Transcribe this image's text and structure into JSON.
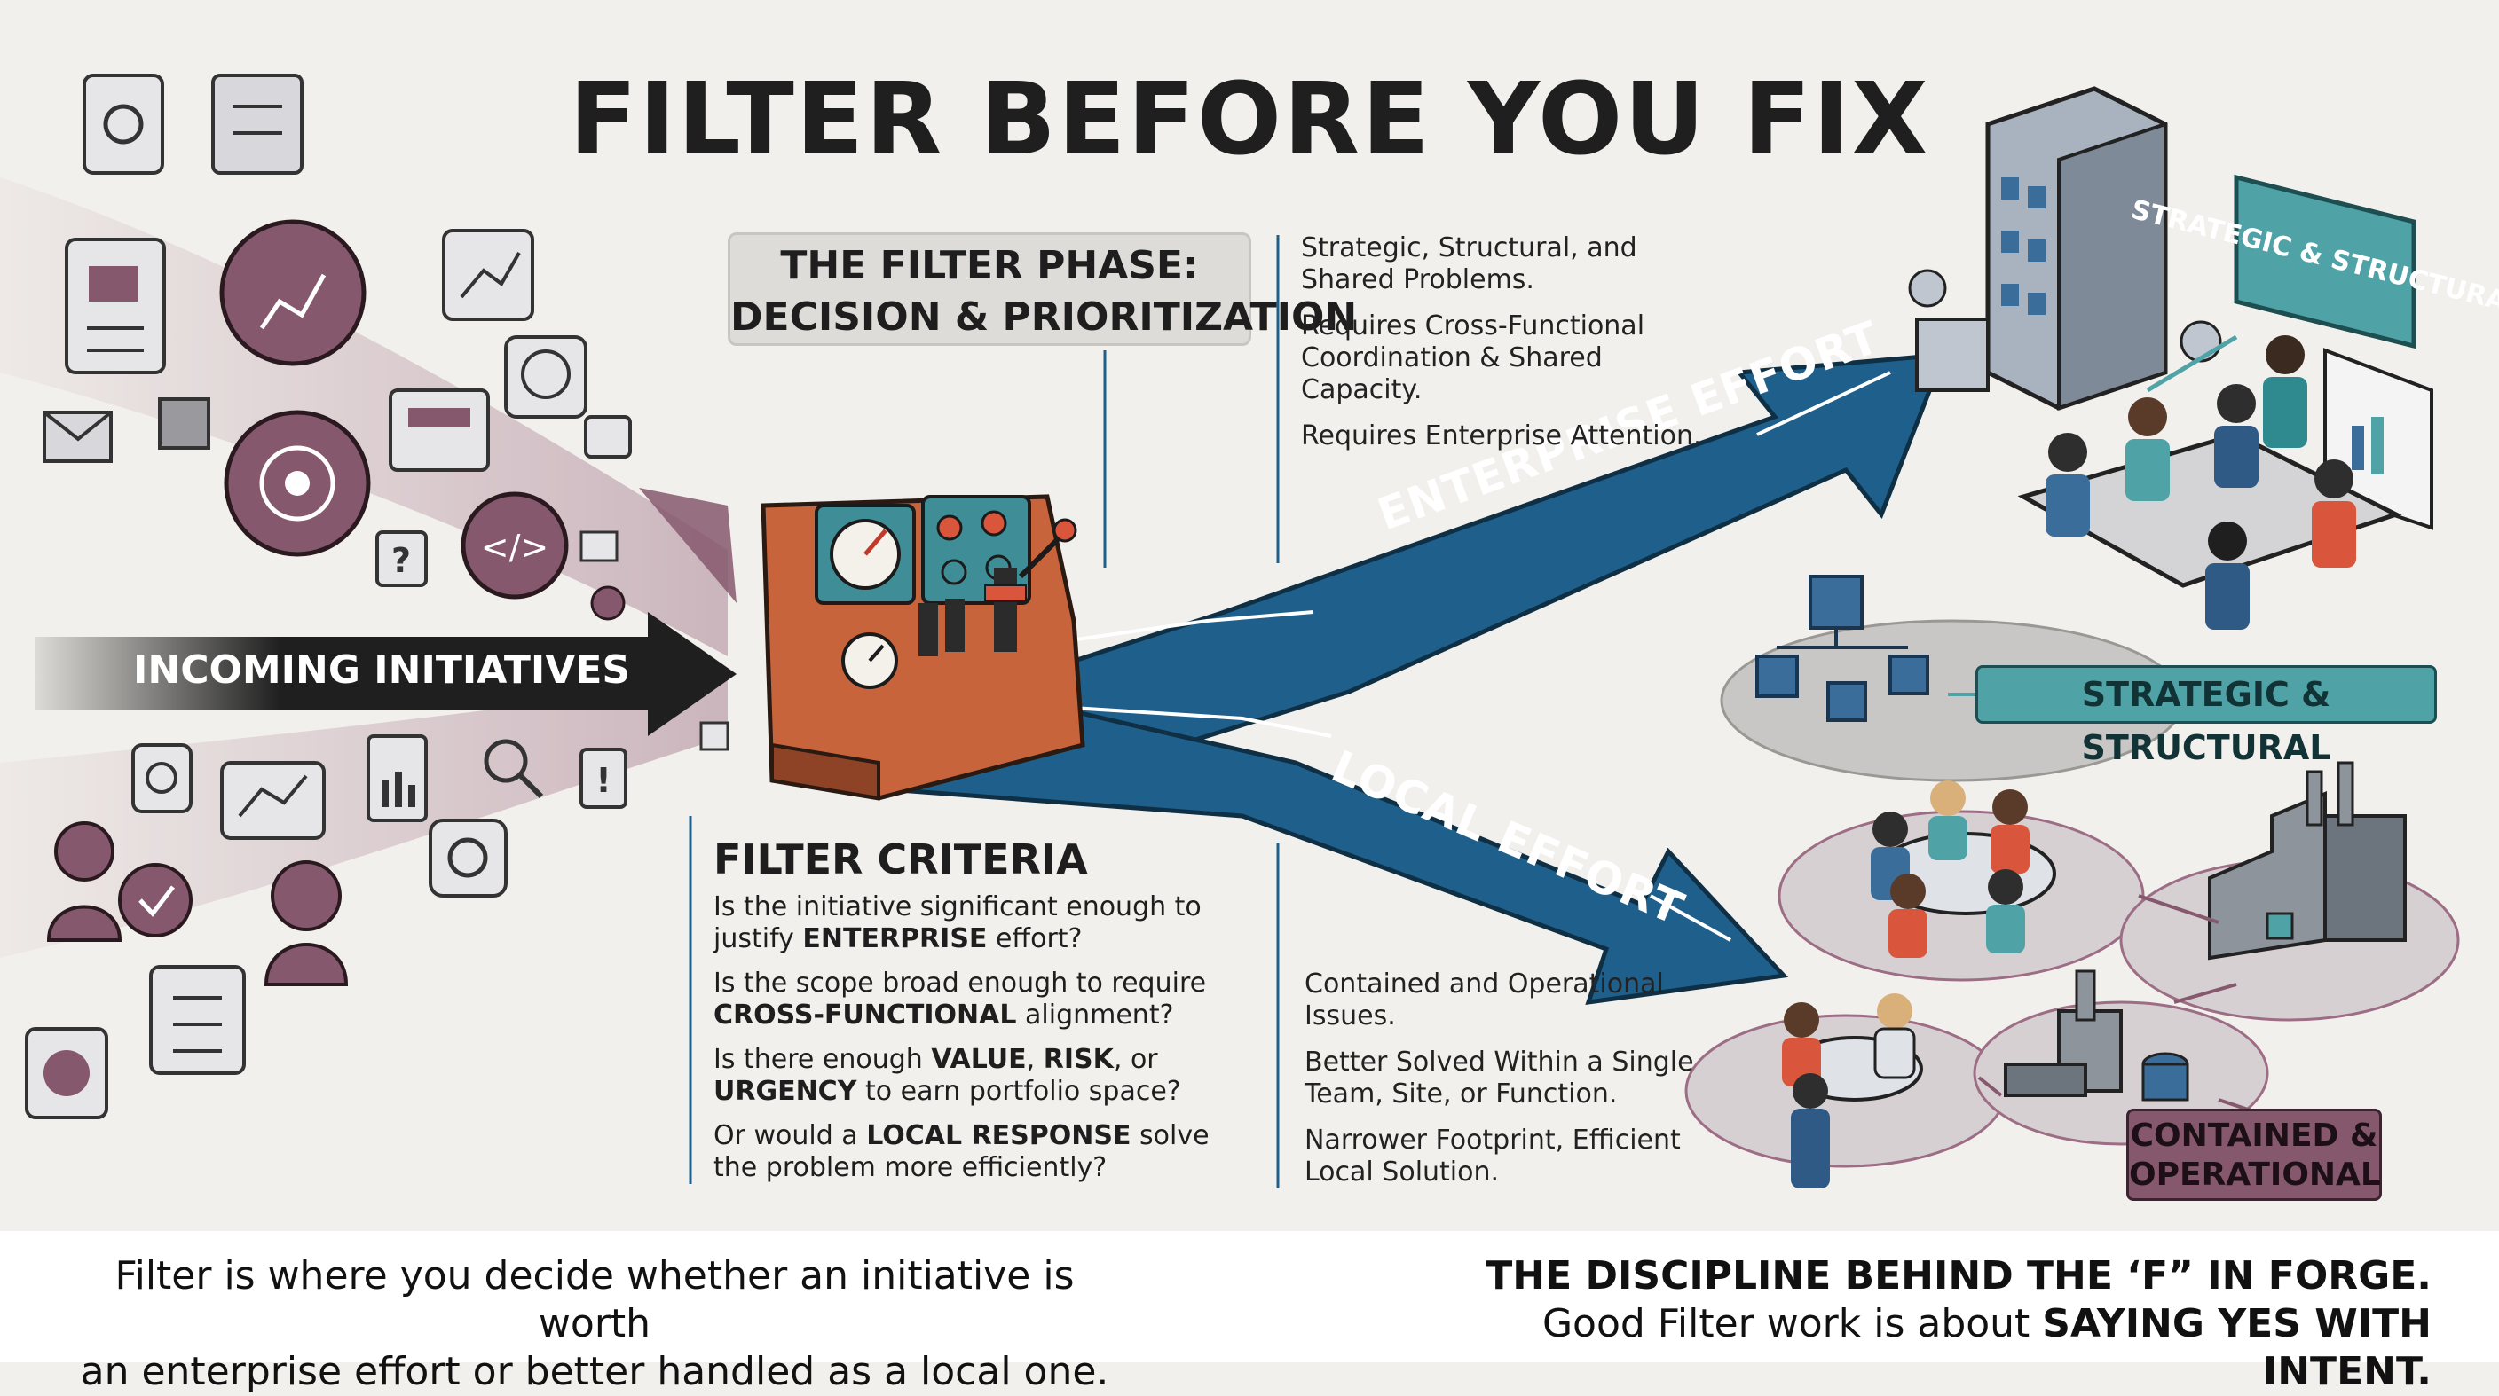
{
  "title": "FILTER BEFORE YOU FIX",
  "filter_phase": {
    "line1": "THE FILTER PHASE:",
    "line2": "DECISION & PRIORITIZATION"
  },
  "incoming_label": "INCOMING INITIATIVES",
  "enterprise_label": "ENTERPRISE EFFORT",
  "local_label": "LOCAL EFFORT",
  "enterprise_notes": [
    "Strategic, Structural, and Shared Problems.",
    "Requires Cross-Functional Coordination & Shared Capacity.",
    "Requires Enterprise Attention."
  ],
  "local_notes": [
    "Contained and Operational Issues.",
    "Better Solved Within a Single Team, Site, or Function.",
    "Narrower Footprint, Efficient Local Solution."
  ],
  "criteria": {
    "heading": "FILTER CRITERIA",
    "q1a": "Is the initiative significant enough to justify ",
    "q1b": "ENTERPRISE",
    "q1c": " effort?",
    "q2a": "Is the scope broad enough to require ",
    "q2b": "CROSS-FUNCTIONAL",
    "q2c": " alignment?",
    "q3a": "Is there enough ",
    "q3b": "VALUE",
    "q3c": ", ",
    "q3d": "RISK",
    "q3e": ", or ",
    "q3f": "URGENCY",
    "q3g": " to earn portfolio space?",
    "q4a": "Or would a ",
    "q4b": "LOCAL RESPONSE",
    "q4c": " solve the problem more efficiently?"
  },
  "strategic_sign": "STRATEGIC & STRUCTURAL",
  "strategic_badge": "STRATEGIC & STRUCTURAL",
  "contained_badge": {
    "line1": "CONTAINED &",
    "line2": "OPERATIONAL"
  },
  "footer": {
    "left_line1": "Filter is where you decide whether an initiative is worth",
    "left_line2": "an enterprise effort or better handled as a local one.",
    "right_line1": "THE DISCIPLINE BEHIND THE ‘F” IN FORGE.",
    "right_line2a": "Good Filter work is about ",
    "right_line2b": "SAYING YES WITH INTENT."
  },
  "colors": {
    "enterprise_arrow": "#1f5f8b",
    "incoming_arrow": "#1f1f1f",
    "stream": "#9c6d84",
    "strategic_teal": "#4fa3a7",
    "operational_plum": "#86586d",
    "machine_orange": "#c8643c"
  },
  "icons": [
    "gear-icon",
    "server-icon",
    "document-icon",
    "chart-icon",
    "target-icon",
    "envelope-icon",
    "question-icon",
    "code-icon",
    "globe-icon",
    "checklist-icon",
    "user-icon",
    "search-icon",
    "warning-icon",
    "refresh-icon",
    "gauge-icon",
    "factory-icon",
    "building-icon"
  ]
}
